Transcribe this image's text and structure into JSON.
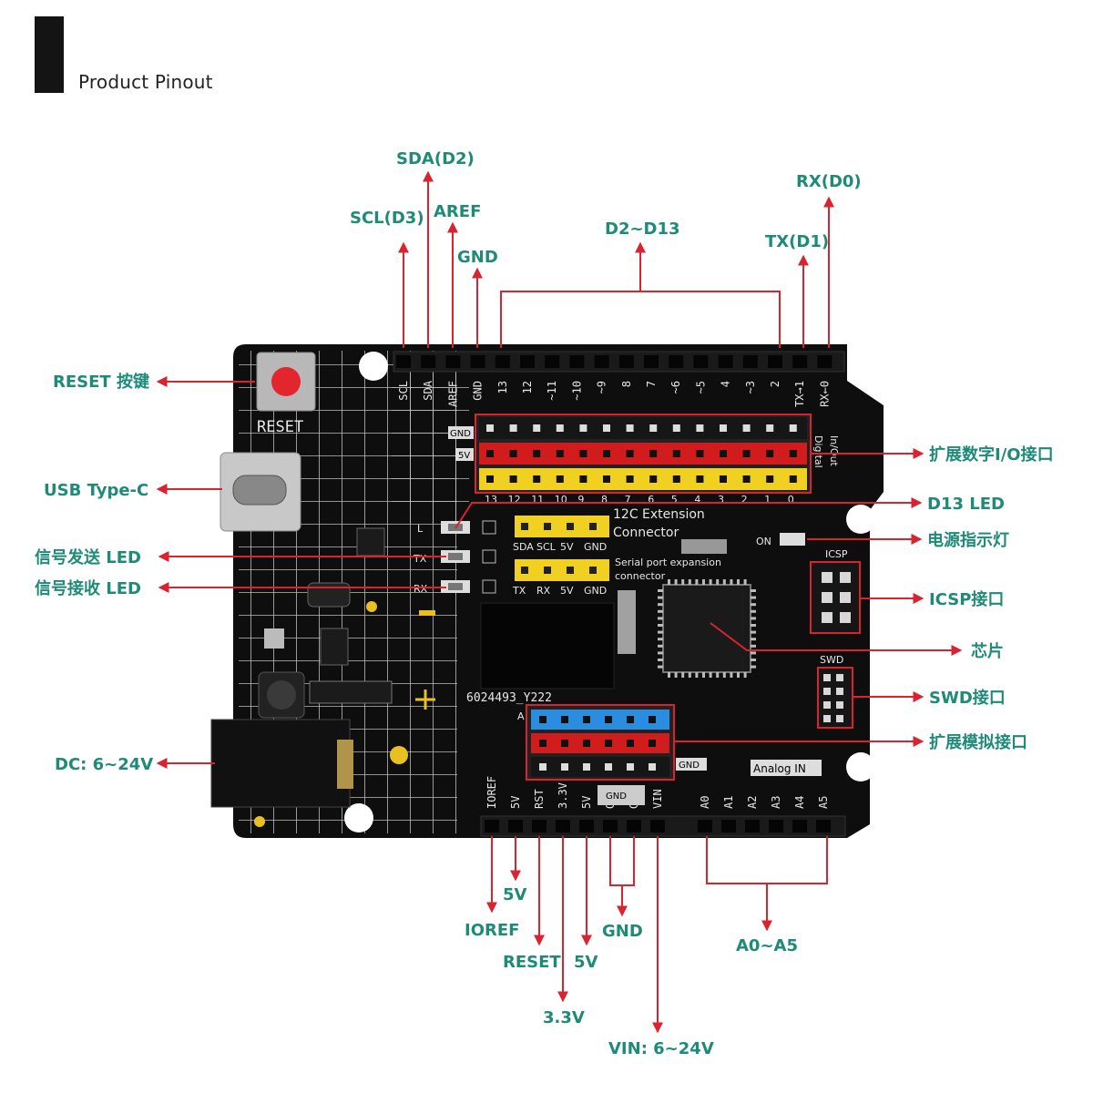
{
  "header": {
    "title": "Product Pinout"
  },
  "callouts": {
    "sda": "SDA(D2)",
    "scl": "SCL(D3)",
    "aref": "AREF",
    "gnd_top": "GND",
    "d2_d13": "D2~D13",
    "tx": "TX(D1)",
    "rx": "RX(D0)",
    "reset_key": "RESET 按键",
    "usb": "USB Type-C",
    "tx_led": "信号发送 LED",
    "rx_led": "信号接收 LED",
    "dc": "DC: 6~24V",
    "digital_io": "扩展数字I/O接口",
    "d13_led": "D13 LED",
    "power_led": "电源指示灯",
    "icsp": "ICSP接口",
    "chip": "芯片",
    "swd": "SWD接口",
    "analog_ext": "扩展模拟接口",
    "five_v_a": "5V",
    "ioref": "IOREF",
    "reset": "RESET",
    "five_v_b": "5V",
    "gnd_bottom": "GND",
    "v33": "3.3V",
    "vin": "VIN: 6~24V",
    "a0_a5": "A0~A5"
  },
  "overlays": {
    "i2c_line1": "12C Extension",
    "i2c_line2": "Connector",
    "serial_line1": "Serial port expansion",
    "serial_line2": "connector"
  },
  "board": {
    "reset_label": "RESET",
    "top_pins": [
      "SCL",
      "SDA",
      "AREF",
      "GND",
      "13",
      "12",
      "~11",
      "~10",
      "~9",
      "8",
      "7",
      "~6",
      "~5",
      "4",
      "~3",
      "2",
      "TX→1",
      "RX←0"
    ],
    "bottom_pins": [
      "IOREF",
      "5V",
      "RST",
      "3.3V",
      "5V",
      "GND",
      "GND",
      "VIN",
      "A0",
      "A1",
      "A2",
      "A3",
      "A4",
      "A5"
    ],
    "i2c_pins": [
      "SDA",
      "SCL",
      "5V",
      "GND"
    ],
    "serial_pins": [
      "TX",
      "RX",
      "5V",
      "GND"
    ],
    "part_number": "6024493_Y222",
    "digital_side": "Digital",
    "digital_side2": "In/Out",
    "analog_in": "Analog IN",
    "gnd_tag": "GND",
    "five_v_tag": "5V",
    "on_label": "ON",
    "icsp_label": "ICSP",
    "swd_label": "SWD",
    "led_l": "L",
    "led_tx": "TX",
    "led_rx": "RX",
    "a_label": "A",
    "v33_tag": "3.3V",
    "gnd_bottom_tag": "GND"
  },
  "colors": {
    "accent": "#1e8a78",
    "arrow": "#d9232e",
    "board": "#0e0e0e",
    "header_red": "#d01c1c",
    "header_yellow": "#f0d020",
    "header_blue": "#2a8de0"
  }
}
